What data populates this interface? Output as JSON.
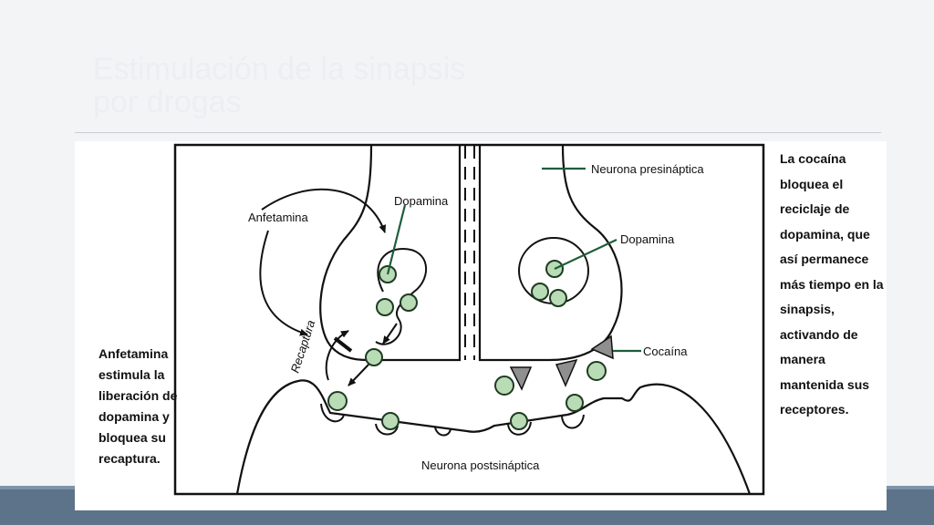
{
  "slide": {
    "title": "Estimulación de la sinapsis\npor drogas"
  },
  "figure": {
    "left_text": "Anfetamina\nestimula la\nliberación de\ndopamina y\nbloquea su\nrecaptura.",
    "right_text": "La cocaína\nbloquea el\nreciclaje de\ndopamina, que\nasí permanece\nmás tiempo en la\nsinapsis,\nactivando de\nmanera\nmantenida sus\nreceptores.",
    "labels": {
      "amphetamine": "Anfetamina",
      "dopamine_left": "Dopamina",
      "presynaptic": "Neurona presináptica",
      "dopamine_right": "Dopamina",
      "reuptake": "Recaptura",
      "cocaine": "Cocaína",
      "postsynaptic": "Neurona postsináptica"
    }
  },
  "colors": {
    "vesicle_fill": "#b9dcb6",
    "vesicle_stroke": "#1f3b22",
    "pointer_green": "#1e5d3a",
    "cocaine_gray": "#8f8f8f",
    "bottom_bar": "#5c7389"
  }
}
